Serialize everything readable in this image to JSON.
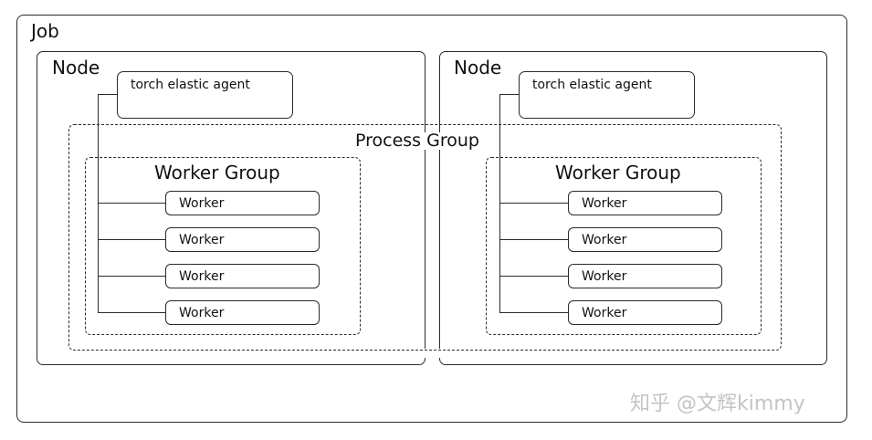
{
  "job": {
    "label": "Job"
  },
  "nodes": [
    {
      "label": "Node",
      "agent": "torch elastic agent",
      "worker_group": {
        "label": "Worker Group",
        "workers": [
          "Worker",
          "Worker",
          "Worker",
          "Worker"
        ]
      }
    },
    {
      "label": "Node",
      "agent": "torch elastic agent",
      "worker_group": {
        "label": "Worker Group",
        "workers": [
          "Worker",
          "Worker",
          "Worker",
          "Worker"
        ]
      }
    }
  ],
  "process_group": {
    "label": "Process Group"
  },
  "watermark": "知乎 @文辉kimmy"
}
